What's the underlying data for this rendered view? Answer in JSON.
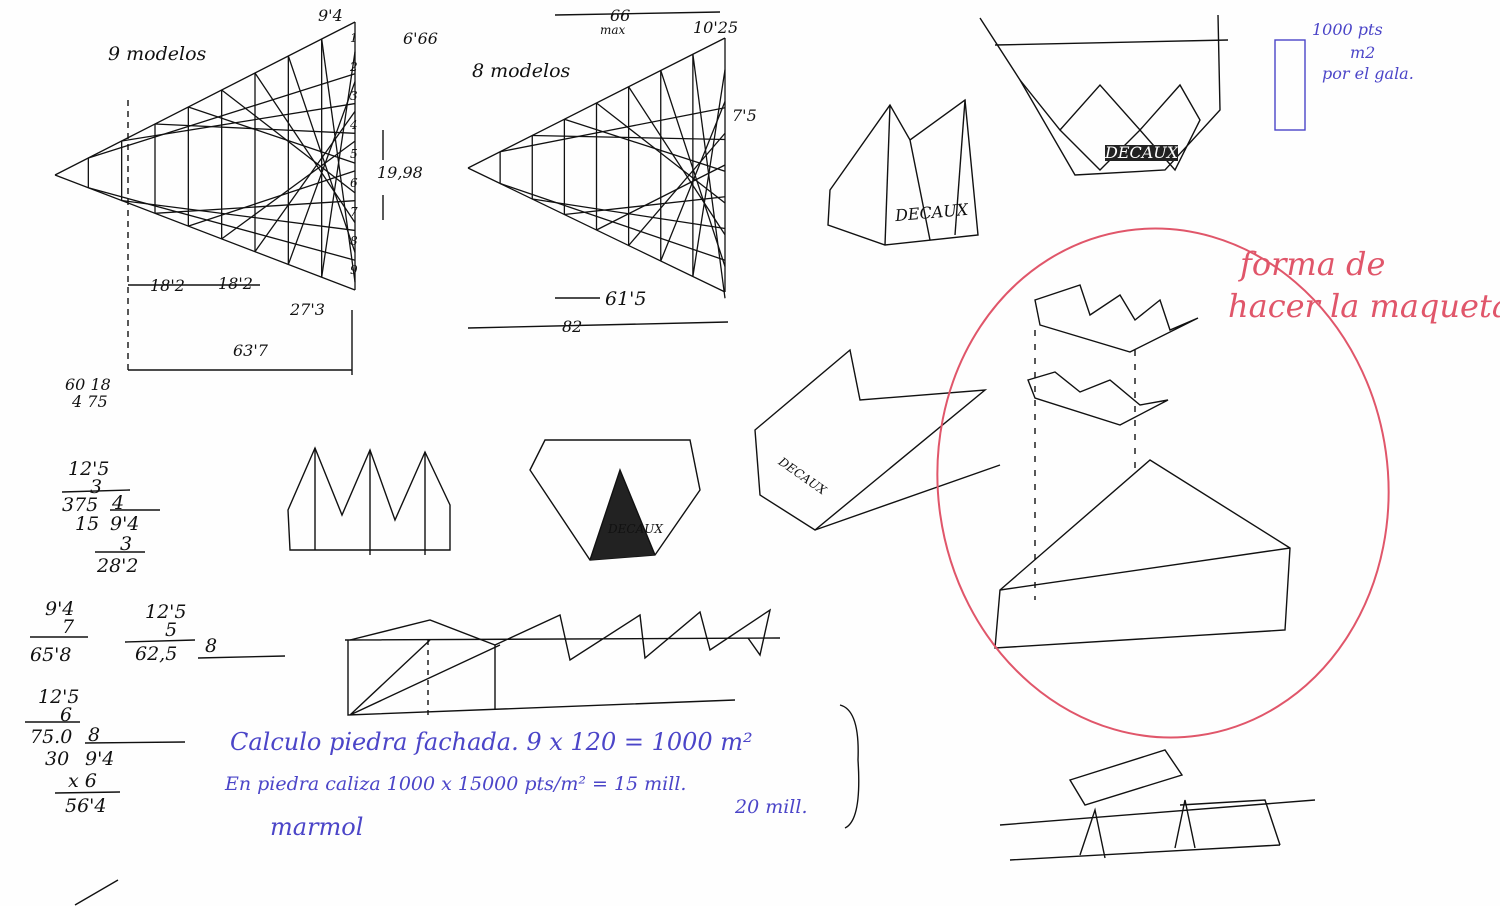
{
  "colors": {
    "ink": "#111111",
    "blue_ink": "#4b45c8",
    "red_pencil": "#e0566a",
    "paper": "#fefefe"
  },
  "left_plan": {
    "title": "9 modelos",
    "top_dim": "9'4",
    "top_right_dim": "6'66",
    "module_numbers": [
      "1",
      "2",
      "3",
      "4",
      "5",
      "6",
      "7",
      "8",
      "9"
    ],
    "height_dim": "19,98",
    "bottom_dims": [
      "18'2",
      "18'2"
    ],
    "sub_dim": "27'3",
    "total_dim": "63'7",
    "side_calc": [
      "60 18",
      "4 75"
    ]
  },
  "middle_plan": {
    "title": "8 modelos",
    "top_dim": "66",
    "top_dim_note": "max",
    "top_right_dim": "10'25",
    "side_dim": "7'5",
    "bottom_dim": "61'5",
    "total_dim": "82"
  },
  "brand_labels": [
    "DECAUX",
    "DECAUX",
    "DECAUX",
    "DECAUX"
  ],
  "top_right_note": [
    "1000 pts",
    "m2",
    "por el gala."
  ],
  "red_note": [
    "forma de",
    "hacer la maqueta"
  ],
  "calculations": {
    "calc1": [
      "12'5",
      "3",
      "375",
      "4",
      "15",
      "9'4",
      "3",
      "28'2"
    ],
    "calc2": [
      "9'4",
      "7",
      "65'8"
    ],
    "calc3": [
      "12'5",
      "5",
      "62,5",
      "8"
    ],
    "calc4": [
      "12'5",
      "6",
      "75.0",
      "8",
      "30",
      "9'4",
      "x 6",
      "56'4"
    ]
  },
  "stone_note": {
    "line1": "Calculo piedra fachada.   9 x 120 = 1000 m²",
    "line2": "En piedra caliza   1000 x 15000 pts/m² = 15 mill.",
    "line3": "20 mill.",
    "line4": "marmol"
  }
}
